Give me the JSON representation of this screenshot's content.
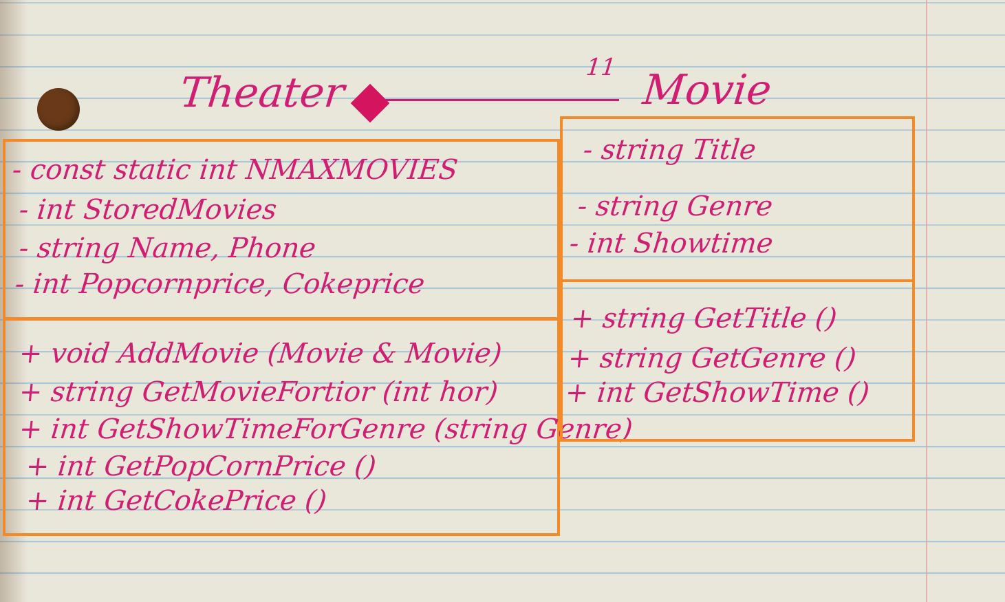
{
  "diagram": {
    "theater": {
      "name": "Theater",
      "attributes": [
        "- const static int NMAXMOVIES",
        "- int StoredMovies",
        "- string Name, Phone",
        "- int Popcornprice, Cokeprice"
      ],
      "methods": [
        "+ void AddMovie (Movie & Movie)",
        "+ string GetMovieFortior (int hor)",
        "+ int GetShowTimeForGenre (string Genre)",
        "+ int GetPopCornPrice ()",
        "+ int GetCokePrice ()"
      ]
    },
    "association": {
      "multiplicity": "11"
    },
    "movie": {
      "name": "Movie",
      "attributes": [
        "- string Title",
        "- string Genre",
        "- int Showtime"
      ],
      "methods": [
        "+ string GetTitle ()",
        "+ string GetGenre ()",
        "+ int GetShowTime ()"
      ]
    }
  },
  "colors": {
    "ink": "#d01f73",
    "box": "#f28a2a",
    "paper": "#e9e6da",
    "rule": "#a9c7d6"
  }
}
